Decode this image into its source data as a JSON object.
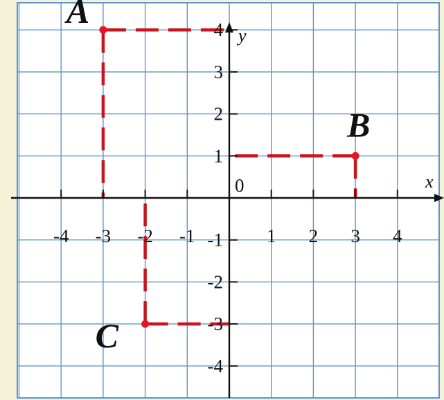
{
  "axes": {
    "x_label": "x",
    "y_label": "y",
    "origin_label": "0",
    "x_ticks": [
      {
        "value": -4,
        "label": "-4"
      },
      {
        "value": -3,
        "label": "-3"
      },
      {
        "value": -2,
        "label": "-2"
      },
      {
        "value": -1,
        "label": "-1"
      },
      {
        "value": 1,
        "label": "1"
      },
      {
        "value": 2,
        "label": "2"
      },
      {
        "value": 3,
        "label": "3"
      },
      {
        "value": 4,
        "label": "4"
      }
    ],
    "y_ticks": [
      {
        "value": 4,
        "label": "4"
      },
      {
        "value": 3,
        "label": "3"
      },
      {
        "value": 2,
        "label": "2"
      },
      {
        "value": 1,
        "label": "1"
      },
      {
        "value": -1,
        "label": "-1"
      },
      {
        "value": -2,
        "label": "-2"
      },
      {
        "value": -3,
        "label": "-3"
      },
      {
        "value": -4,
        "label": "-4"
      }
    ]
  },
  "points": [
    {
      "name": "A",
      "x": -3,
      "y": 4
    },
    {
      "name": "B",
      "x": 3,
      "y": 1
    },
    {
      "name": "C",
      "x": -2,
      "y": -3
    }
  ],
  "colors": {
    "grid": "#5a95cc",
    "axis": "#111111",
    "guide": "#c8141e",
    "point": "#e8141e",
    "grid_fill": "#ffffff",
    "background": "#f6f2da"
  }
}
